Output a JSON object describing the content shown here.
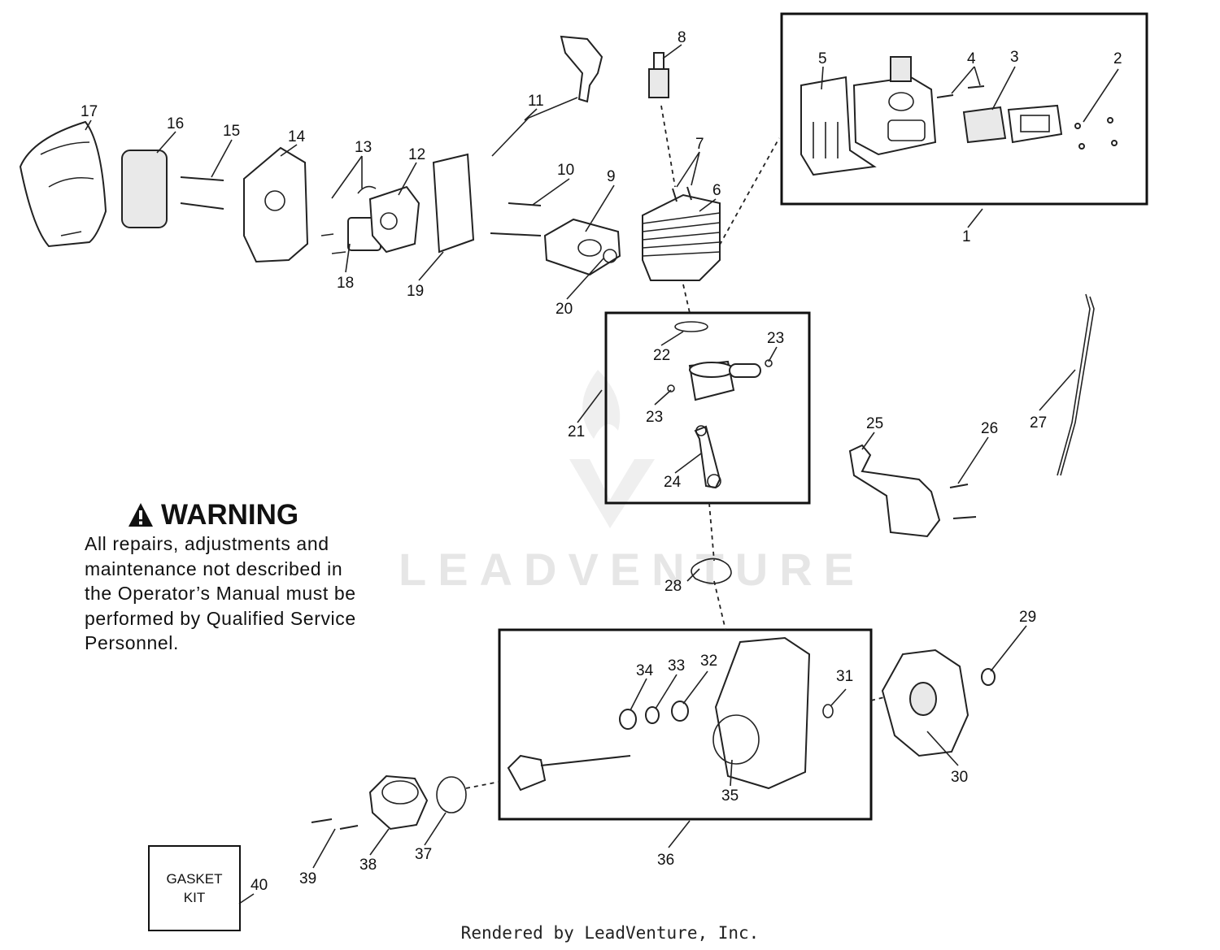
{
  "warning": {
    "title": "WARNING",
    "lines": [
      "All repairs, adjustments and",
      "maintenance not described in",
      "the Operator’s Manual must be",
      "performed by Qualified Service",
      "Personnel."
    ]
  },
  "gasket_kit": {
    "line1": "GASKET",
    "line2": "KIT"
  },
  "watermark": "LEADVENTURE",
  "footer": "Rendered by LeadVenture, Inc.",
  "callouts": [
    "1",
    "2",
    "3",
    "4",
    "5",
    "6",
    "7",
    "8",
    "9",
    "10",
    "11",
    "12",
    "13",
    "14",
    "15",
    "16",
    "17",
    "18",
    "19",
    "20",
    "21",
    "22",
    "23",
    "23",
    "24",
    "25",
    "26",
    "27",
    "28",
    "29",
    "30",
    "31",
    "32",
    "33",
    "34",
    "35",
    "36",
    "37",
    "38",
    "39",
    "40"
  ]
}
